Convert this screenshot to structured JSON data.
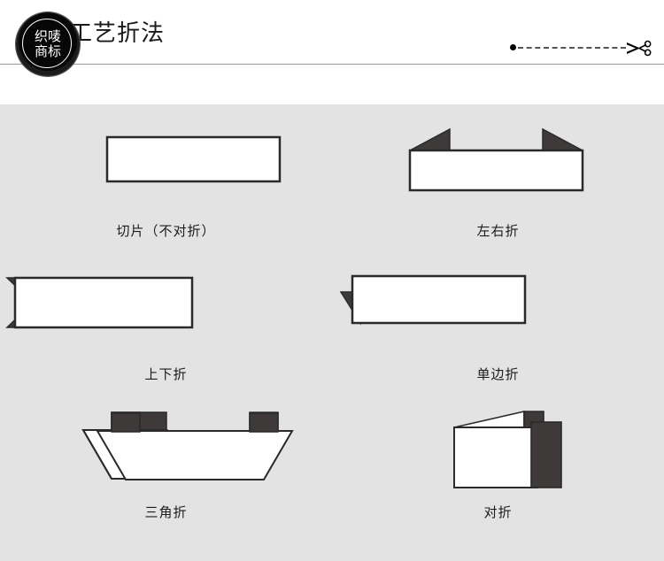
{
  "header": {
    "title": "工艺折法",
    "logo": {
      "line1": "织唛",
      "line2": "商标",
      "name": "brand-badge"
    },
    "cut_guide": {
      "dot": "cut-start-dot",
      "dash": "cut-dashed-line",
      "scissors": "scissors-icon"
    },
    "rule_color": "#9a9a9a"
  },
  "panel": {
    "background": "#e3e3e3",
    "shape_fill": "#ffffff",
    "shape_stroke": "#2a2a2a",
    "fold_fill": "#3e3a39",
    "items": [
      {
        "id": "slice-no-fold",
        "caption": "切片（不对折）"
      },
      {
        "id": "left-right-fold",
        "caption": "左右折"
      },
      {
        "id": "up-down-fold",
        "caption": "上下折"
      },
      {
        "id": "single-side-fold",
        "caption": "单边折"
      },
      {
        "id": "triangle-fold",
        "caption": "三角折"
      },
      {
        "id": "half-fold",
        "caption": "对折"
      }
    ]
  }
}
